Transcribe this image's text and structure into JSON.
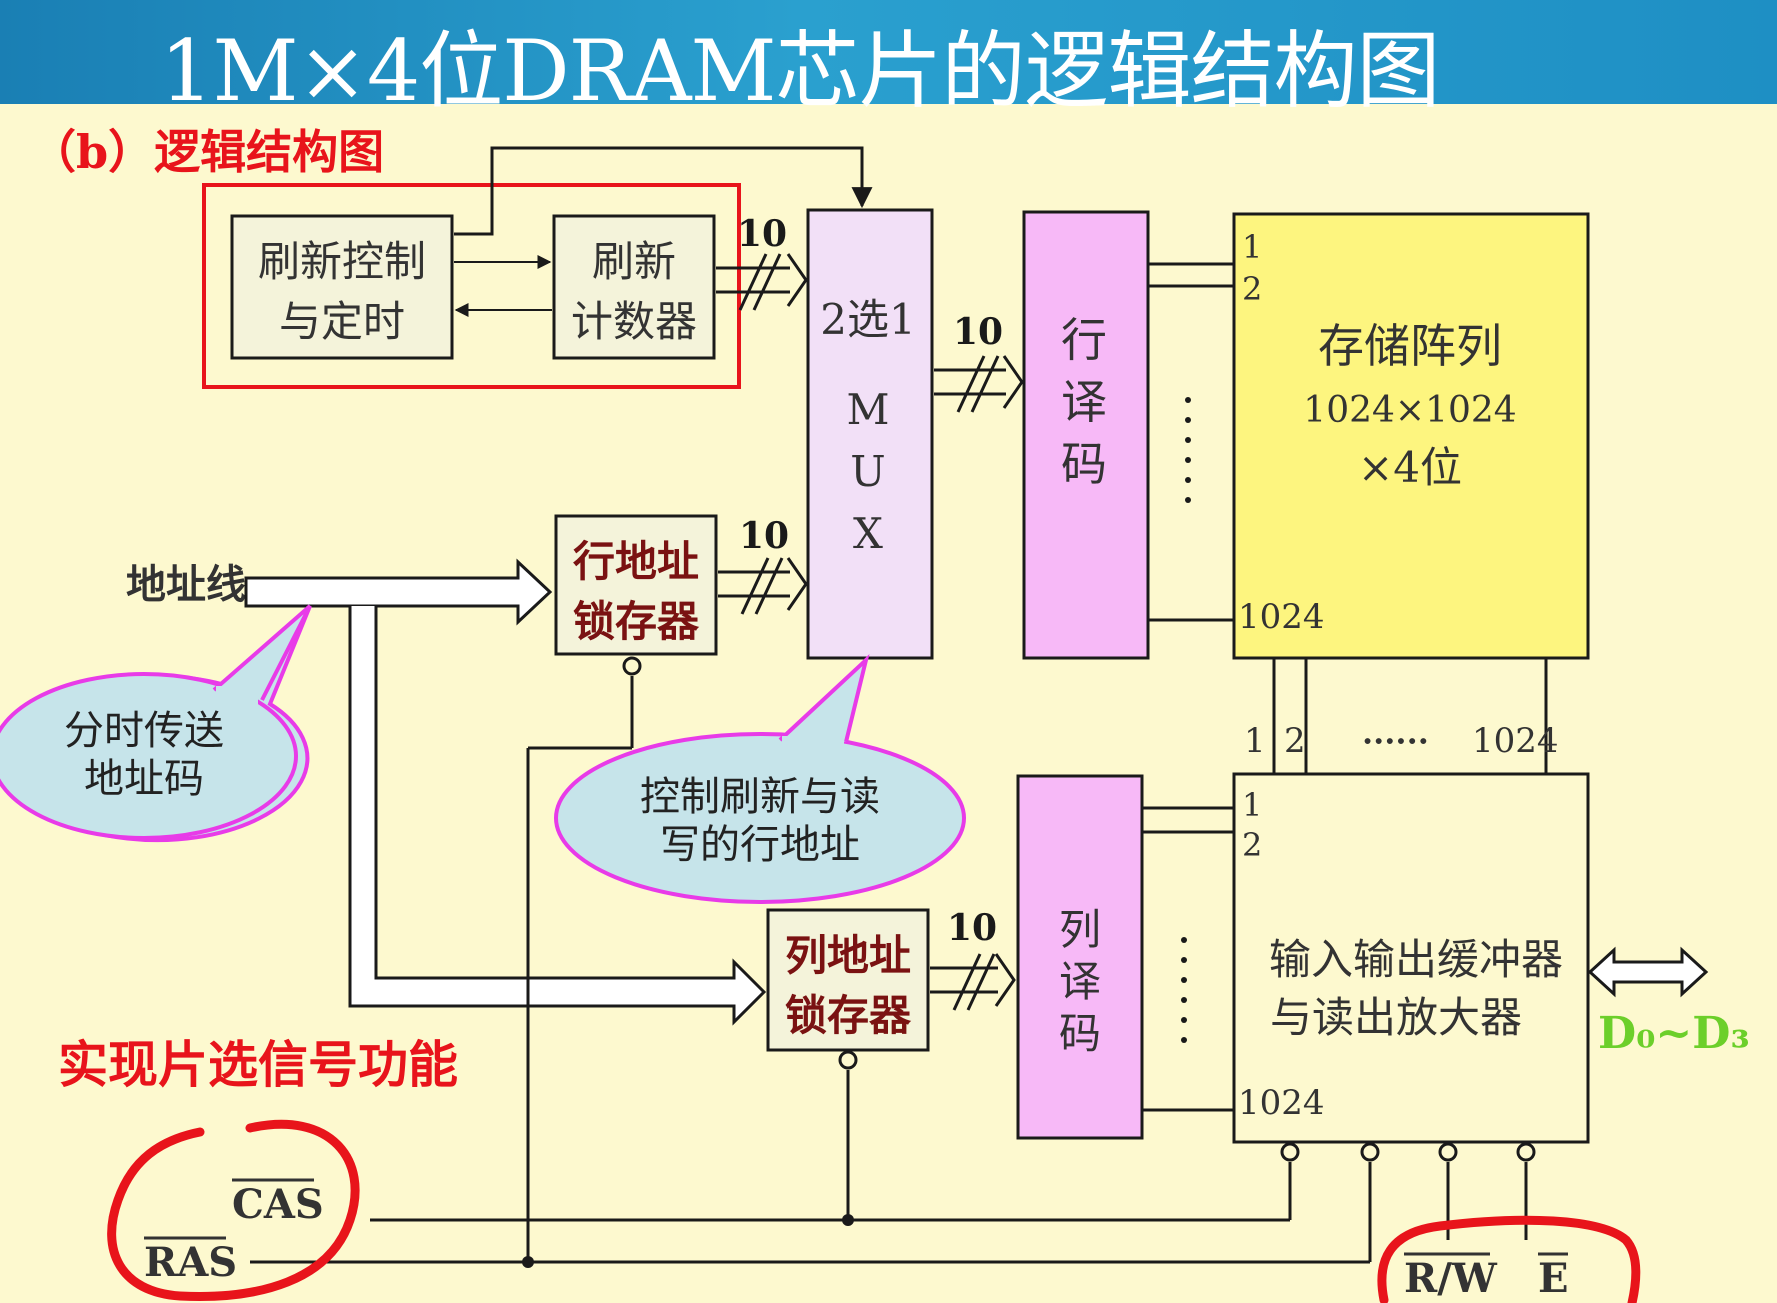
{
  "title": "1M×4位DRAM芯片的逻辑结构图",
  "subtitle": "（b）逻辑结构图",
  "blocks": {
    "refresh_ctrl": [
      "刷新控制",
      "与定时"
    ],
    "refresh_counter": [
      "刷新",
      "计数器"
    ],
    "mux": [
      "2选1",
      "M",
      "U",
      "X"
    ],
    "row_decoder": [
      "行",
      "译",
      "码"
    ],
    "memory_array": [
      "存储阵列",
      "1024×1024",
      "×4位"
    ],
    "row_latch": [
      "行地址",
      "锁存器"
    ],
    "col_latch": [
      "列地址",
      "锁存器"
    ],
    "col_decoder": [
      "列",
      "译",
      "码"
    ],
    "io_buffer": [
      "输入输出缓冲器",
      "与读出放大器"
    ]
  },
  "labels": {
    "bus_width": "10",
    "address_line": "地址线",
    "one": "1",
    "two": "2",
    "n1024": "1024",
    "dots": "······",
    "data_pins": "D₀~D₃",
    "cas": "CAS",
    "ras": "RAS",
    "rw": "R/W",
    "e": "E"
  },
  "callouts": {
    "time_mux": [
      "分时传送",
      "地址码"
    ],
    "mux_note": [
      "控制刷新与读",
      "写的行地址"
    ],
    "chip_select": "实现片选信号功能"
  },
  "colors": {
    "title_bar": "#1e8fc4",
    "background": "#fdf9cf",
    "red_annotation": "#e8141b",
    "mux_fill": "#f2e0f7",
    "decoder_fill": "#f7b9f7",
    "array_fill": "#fdf57f",
    "latch_text": "#7a1212",
    "callout_fill": "#c6e4ea",
    "callout_border": "#e83be8",
    "data_text": "#6ccf2a"
  }
}
